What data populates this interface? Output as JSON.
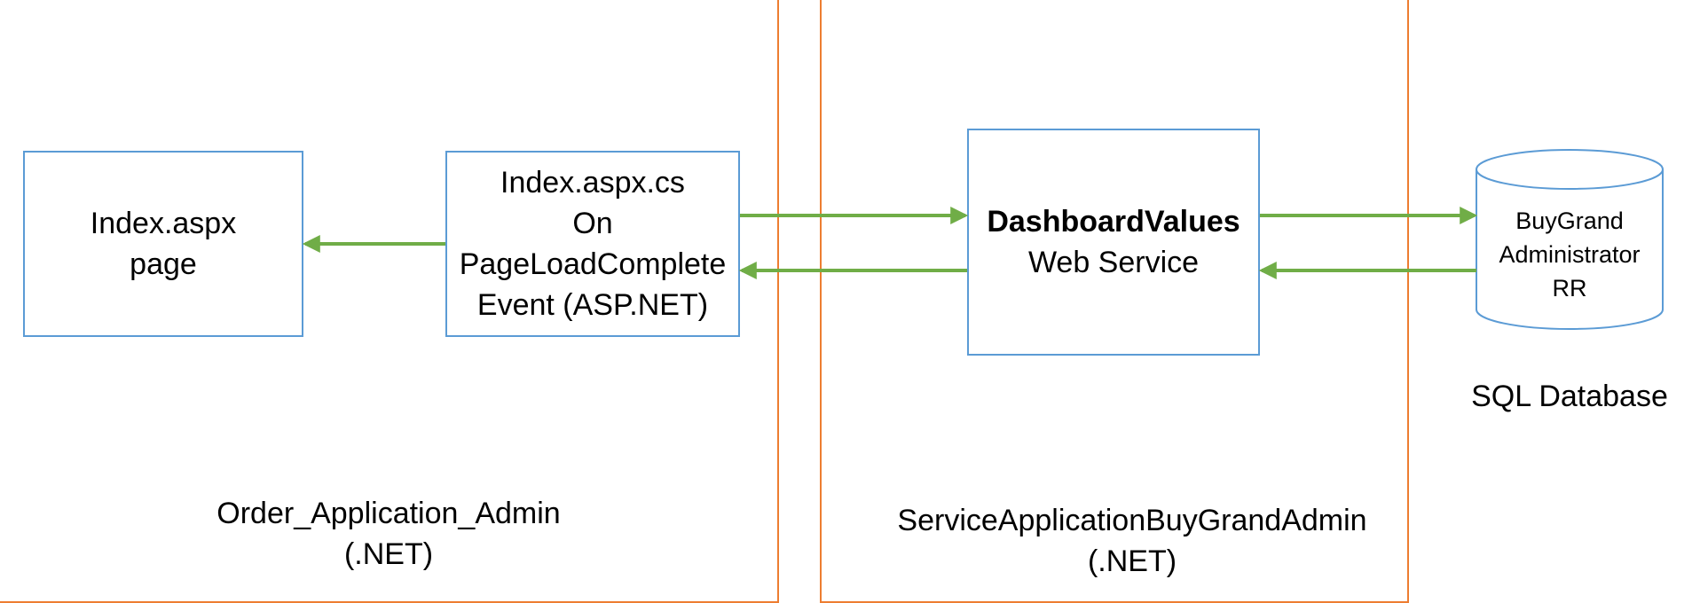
{
  "containers": [
    {
      "id": "order-app",
      "caption_lines": [
        "Order_Application_Admin",
        "(.NET)"
      ]
    },
    {
      "id": "service-app",
      "caption_lines": [
        "ServiceApplicationBuyGrandAdmin",
        "(.NET)"
      ]
    }
  ],
  "nodes": {
    "index_page": {
      "lines": [
        "Index.aspx",
        "page"
      ]
    },
    "index_cs": {
      "lines": [
        "Index.aspx.cs",
        "On",
        "PageLoadComplete",
        "Event (ASP.NET)"
      ]
    },
    "dashboard": {
      "title": "DashboardValues",
      "subtitle": "Web Service"
    },
    "database": {
      "lines": [
        "BuyGrand",
        "Administrator",
        "RR"
      ],
      "caption": "SQL Database"
    }
  },
  "edges": [
    {
      "from": "index_cs",
      "to": "index_page"
    },
    {
      "from": "index_cs",
      "to": "dashboard"
    },
    {
      "from": "dashboard",
      "to": "index_cs"
    },
    {
      "from": "dashboard",
      "to": "database"
    },
    {
      "from": "database",
      "to": "dashboard"
    }
  ],
  "colors": {
    "container_border": "#ED7D31",
    "node_border": "#5B9BD5",
    "arrow": "#70AD47"
  }
}
